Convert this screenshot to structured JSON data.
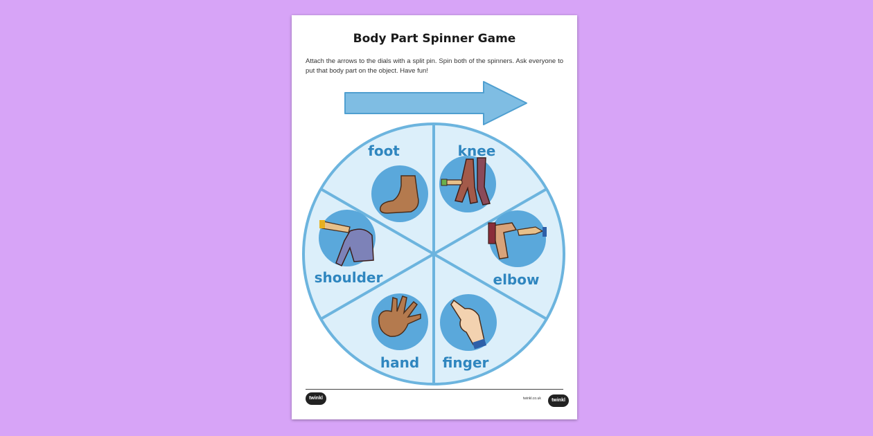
{
  "title": "Body Part Spinner Game",
  "instructions": "Attach the arrows to the dials with a split pin. Spin both of the spinners. Ask everyone to put that body part on the object. Have fun!",
  "spinner": {
    "segments": [
      {
        "label": "foot"
      },
      {
        "label": "knee"
      },
      {
        "label": "elbow"
      },
      {
        "label": "finger"
      },
      {
        "label": "hand"
      },
      {
        "label": "shoulder"
      }
    ]
  },
  "footer": {
    "logo_left": "twinkl",
    "logo_right": "twinkl",
    "site": "twinkl.co.uk"
  },
  "colors": {
    "background": "#d7a4f7",
    "wheel_fill": "#dceffa",
    "wheel_border": "#6cb4de",
    "circle_fill": "#5aa8db",
    "arrow": "#7fbde3",
    "label": "#2f86bf"
  }
}
